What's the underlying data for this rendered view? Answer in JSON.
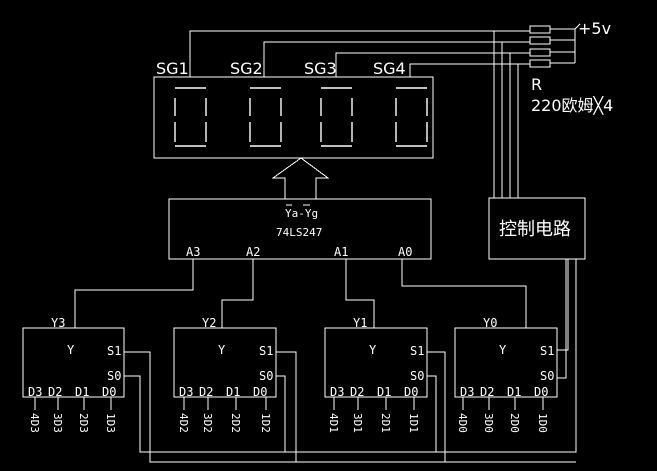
{
  "display": {
    "digits": [
      "SG1",
      "SG2",
      "SG3",
      "SG4"
    ]
  },
  "supply": {
    "label": "+5v",
    "resistor_label": "R",
    "resistor_value": "220欧姆╳4"
  },
  "decoder": {
    "outputs_label": "Ya-Yg",
    "chip": "74LS247",
    "inputs": [
      "A3",
      "A2",
      "A1",
      "A0"
    ]
  },
  "control": {
    "label": "控制电路"
  },
  "muxes": [
    {
      "out": "Y3",
      "y": "Y",
      "s1": "S1",
      "s0": "S0",
      "inputs": [
        "D3",
        "D2",
        "D1",
        "D0"
      ],
      "pins": [
        "4D3",
        "3D3",
        "2D3",
        "1D3"
      ]
    },
    {
      "out": "Y2",
      "y": "Y",
      "s1": "S1",
      "s0": "S0",
      "inputs": [
        "D3",
        "D2",
        "D1",
        "D0"
      ],
      "pins": [
        "4D2",
        "3D2",
        "2D2",
        "1D2"
      ]
    },
    {
      "out": "Y1",
      "y": "Y",
      "s1": "S1",
      "s0": "S0",
      "inputs": [
        "D3",
        "D2",
        "D1",
        "D0"
      ],
      "pins": [
        "4D1",
        "3D1",
        "2D1",
        "1D1"
      ]
    },
    {
      "out": "Y0",
      "y": "Y",
      "s1": "S1",
      "s0": "S0",
      "inputs": [
        "D3",
        "D2",
        "D1",
        "D0"
      ],
      "pins": [
        "4D0",
        "3D0",
        "2D0",
        "1D0"
      ]
    }
  ]
}
